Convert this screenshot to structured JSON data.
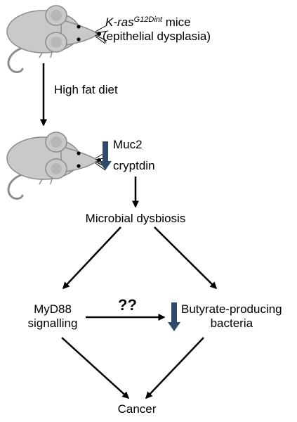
{
  "model": {
    "gene": "K-ras",
    "superscript": "G12Dint",
    "suffix": " mice",
    "line2": "(epithelial dysplasia)"
  },
  "diet_label": "High fat diet",
  "down_labels": {
    "muc2": "Muc2",
    "cryptdin": "cryptdin"
  },
  "dysbiosis": "Microbial dysbiosis",
  "myd88": {
    "line1": "MyD88",
    "line2": "signalling"
  },
  "unknown_link": "??",
  "butyrate": {
    "line1": "Butyrate-producing",
    "line2": "bacteria"
  },
  "outcome": "Cancer",
  "colors": {
    "mouse_fill": "#c9c9c9",
    "mouse_stroke": "#8c8c8c",
    "down_arrow": "#2f4a6a",
    "arrow": "#000000"
  }
}
